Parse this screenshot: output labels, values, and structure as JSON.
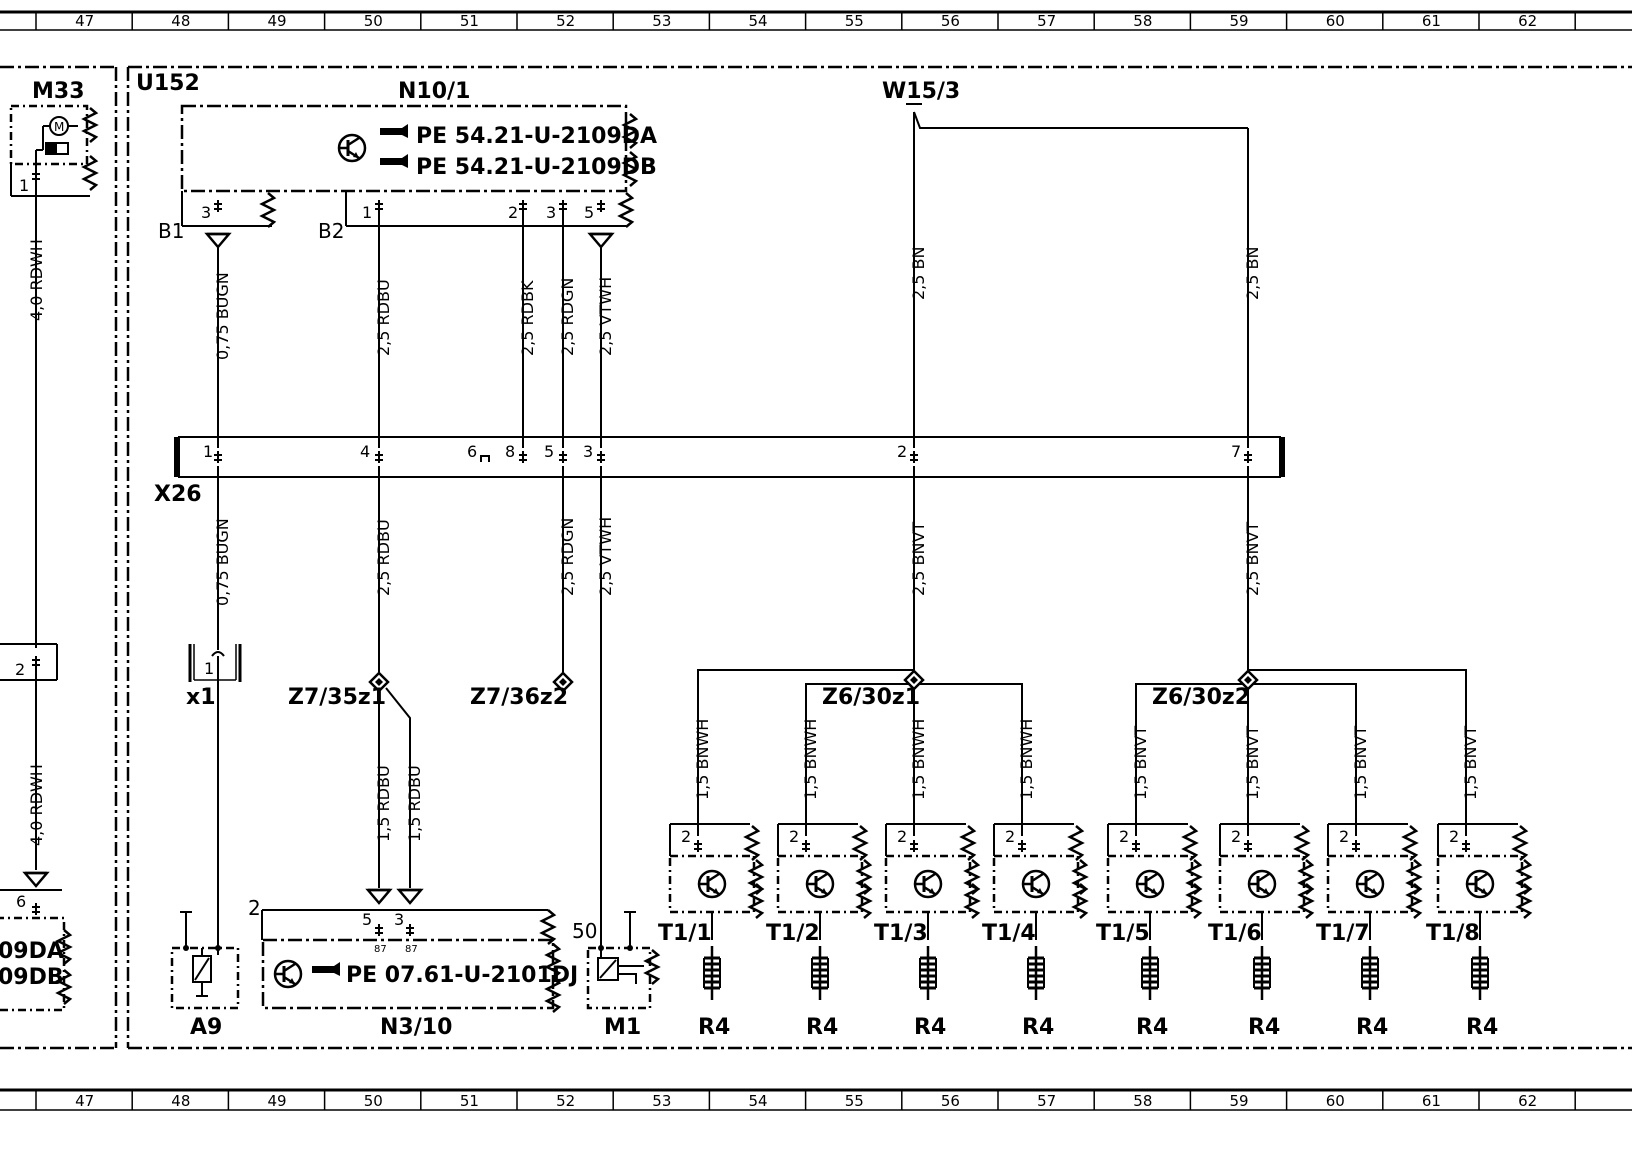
{
  "ruler": {
    "columns": [
      "47",
      "48",
      "49",
      "50",
      "51",
      "52",
      "53",
      "54",
      "55",
      "56",
      "57",
      "58",
      "59",
      "60",
      "61",
      "62"
    ]
  },
  "components": {
    "m33": "M33",
    "u152": "U152",
    "n10_1": "N10/1",
    "w15_3": "W15/3",
    "x26": "X26",
    "x1": "x1",
    "z7_35z1": "Z7/35z1",
    "z7_36z2": "Z7/36z2",
    "z6_30z1": "Z6/30z1",
    "z6_30z2": "Z6/30z2",
    "a9": "A9",
    "n3_10": "N3/10",
    "m1": "M1",
    "b1": "B1",
    "b2": "B2"
  },
  "references": {
    "n10_1_ref1": "PE  54.21-U-2109DA",
    "n10_1_ref2": "PE  54.21-U-2109DB",
    "n3_10_ref": "PE  07.61-U-2101DJ",
    "left_ref1": "09DA",
    "left_ref2": "09DB"
  },
  "transistors": [
    "T1/1",
    "T1/2",
    "T1/3",
    "T1/4",
    "T1/5",
    "T1/6",
    "T1/7",
    "T1/8"
  ],
  "resistor_label": "R4",
  "wires": {
    "m33_top": "4,0  RDWH",
    "m33_bottom": "4,0  RDWH",
    "bugn_top": "0,75  BUGN",
    "bugn_bottom": "0,75  BUGN",
    "rdbu_top": "2,5  RDBU",
    "rdbu_bottom": "2,5  RDBU",
    "rdbk": "2,5  RDBK",
    "rdgn_top": "2,5  RDGN",
    "rdgn_bottom": "2,5  RDGN",
    "vtwh_top": "2,5  VTWH",
    "vtwh_bottom": "2,5  VTWH",
    "bn_left": "2,5  BN",
    "bn_right": "2,5  BN",
    "bnvt_left": "2,5  BNVT",
    "bnvt_right": "2,5  BNVT",
    "rdbu_n3_a": "1,5  RDBU",
    "rdbu_n3_b": "1,5  RDBU",
    "t_wires": [
      "1,5  BNWH",
      "1,5  BNWH",
      "1,5  BNWH",
      "1,5  BNWH",
      "1,5  BNVT",
      "1,5  BNVT",
      "1,5  BNVT",
      "1,5  BNVT"
    ]
  },
  "pins": {
    "m33_1": "1",
    "m33_2": "2",
    "m33_6": "6",
    "n10_3": "3",
    "n10_1": "1",
    "n10_2": "2",
    "n10_3b": "3",
    "n10_5": "5",
    "x26_1": "1",
    "x26_4": "4",
    "x26_6": "6",
    "x26_8": "8",
    "x26_5": "5",
    "x26_3": "3",
    "x26_2": "2",
    "x26_7": "7",
    "x1_1": "1",
    "n3_2": "2",
    "n3_5": "5",
    "n3_3": "3",
    "n3_87a": "87",
    "n3_87b": "87",
    "m1_50": "50",
    "t_pin": "2"
  }
}
